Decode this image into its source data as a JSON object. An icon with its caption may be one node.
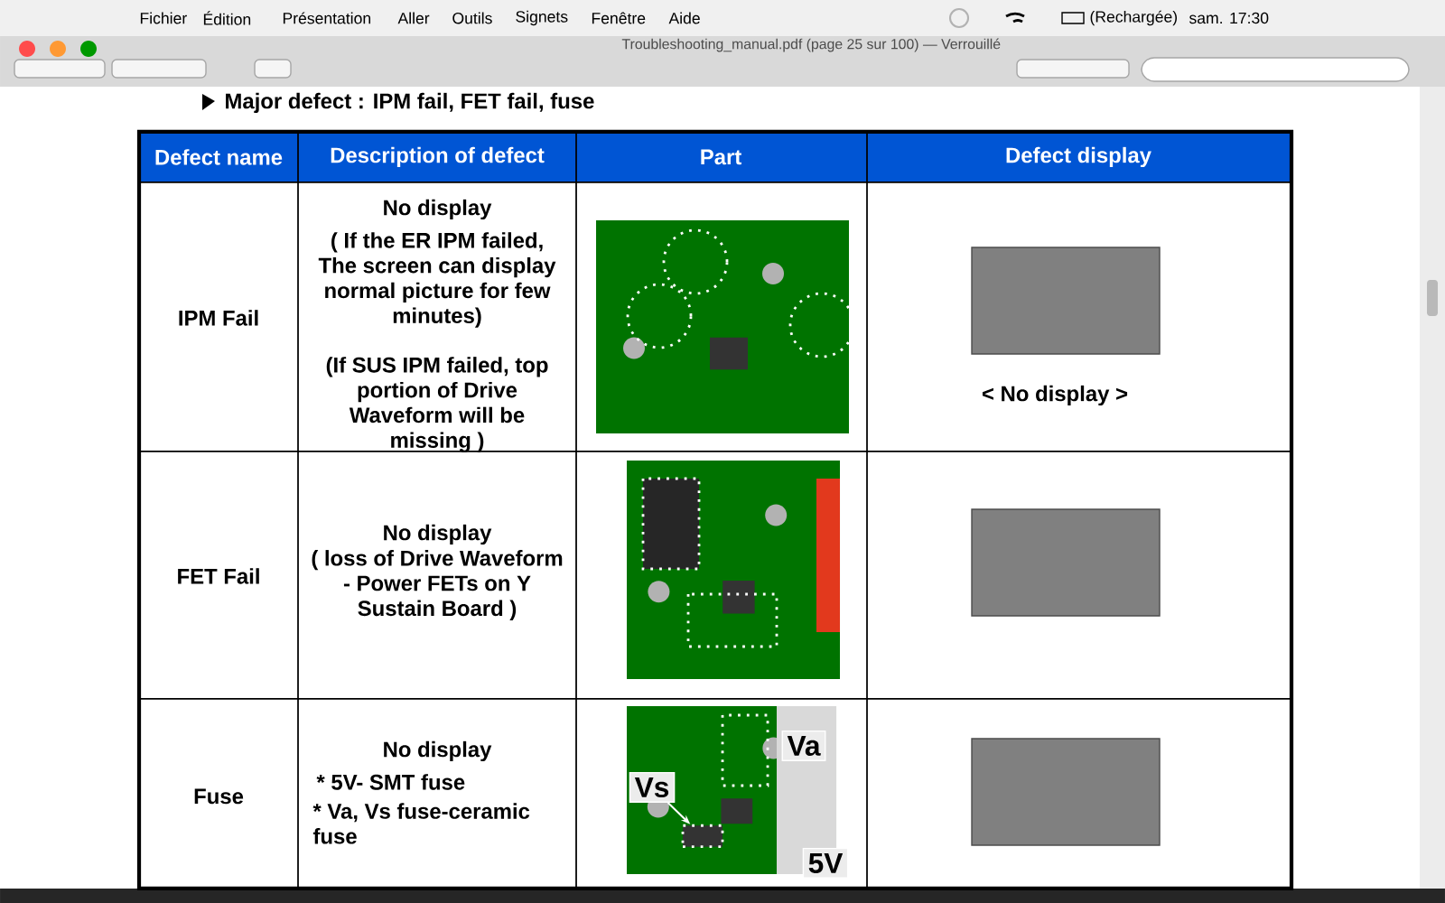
{
  "diagram": {
    "nodes": [
      {
        "text": [
          "Vs"
        ]
      },
      {
        "text": [],
        "shape": "box"
      },
      {
        "text": [
          "Va"
        ]
      },
      {
        "text": [
          "5V"
        ]
      }
    ],
    "edges": [
      {
        "from": 0,
        "to": 1,
        "arrow": "to"
      }
    ],
    "labels": [
      "Fichier",
      "Édition",
      "Présentation",
      "Aller",
      "Outils",
      "Signets",
      "Fenêtre",
      "Aide",
      "(Rechargée)",
      "sam. 17:30",
      "Troubleshooting_manual.pdf (page 25 sur 100) — Verrouillé",
      "Major defect  : IPM fail, FET fail, fuse",
      "Defect name",
      "Description of defect",
      "Part",
      "Defect display",
      "IPM Fail",
      "No display",
      "( If the ER IPM failed, The screen can display normal picture for few minutes)",
      "(If SUS IPM failed, top portion of Drive Waveform will be missing )",
      "< No display >",
      "FET Fail",
      "No display",
      "( loss of Drive Waveform - Power FETs on Y Sustain Board )",
      "Fuse",
      "No display",
      "* 5V- SMT fuse",
      "* Va, Vs fuse-ceramic fuse"
    ]
  }
}
